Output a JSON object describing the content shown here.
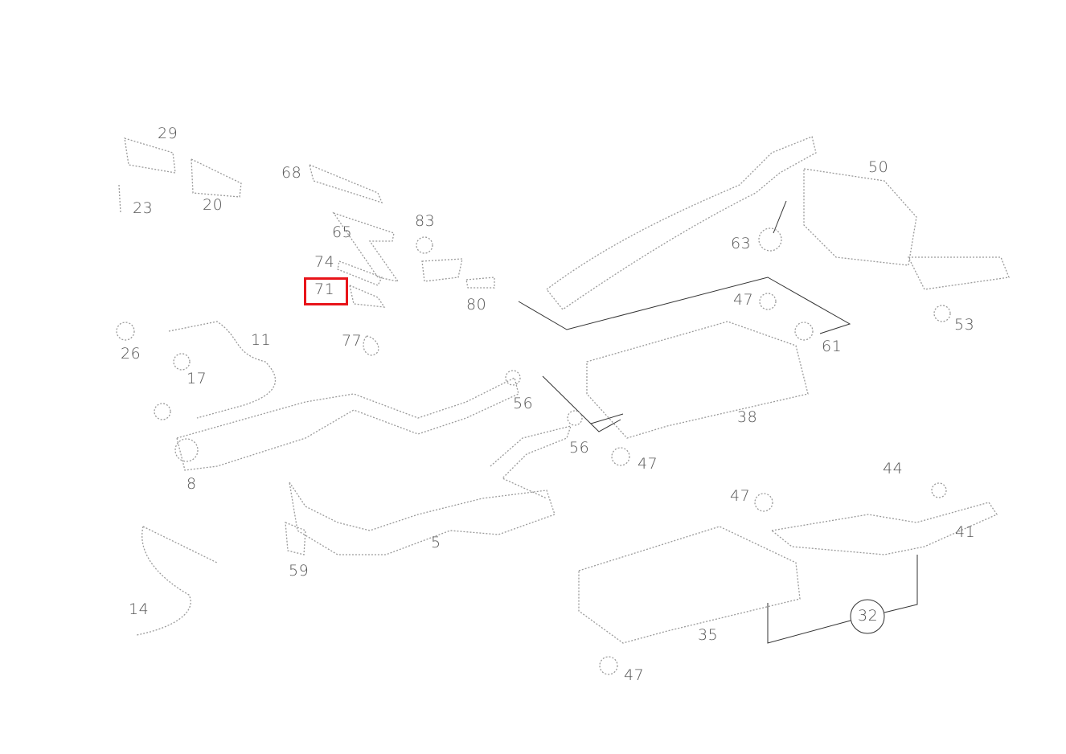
{
  "highlight_color": "#e8141a",
  "highlighted_part": "71",
  "callouts": [
    {
      "id": "c29",
      "label": "29"
    },
    {
      "id": "c68",
      "label": "68"
    },
    {
      "id": "c20",
      "label": "20"
    },
    {
      "id": "c23",
      "label": "23"
    },
    {
      "id": "c83",
      "label": "83"
    },
    {
      "id": "c65",
      "label": "65"
    },
    {
      "id": "c50",
      "label": "50"
    },
    {
      "id": "c63",
      "label": "63"
    },
    {
      "id": "c74",
      "label": "74"
    },
    {
      "id": "c71",
      "label": "71"
    },
    {
      "id": "c80",
      "label": "80"
    },
    {
      "id": "c47a",
      "label": "47"
    },
    {
      "id": "c53",
      "label": "53"
    },
    {
      "id": "c61",
      "label": "61"
    },
    {
      "id": "c26",
      "label": "26"
    },
    {
      "id": "c77",
      "label": "77"
    },
    {
      "id": "c11",
      "label": "11"
    },
    {
      "id": "c17",
      "label": "17"
    },
    {
      "id": "c56a",
      "label": "56"
    },
    {
      "id": "c38",
      "label": "38"
    },
    {
      "id": "c56b",
      "label": "56"
    },
    {
      "id": "c47b",
      "label": "47"
    },
    {
      "id": "c8",
      "label": "8"
    },
    {
      "id": "c44",
      "label": "44"
    },
    {
      "id": "c47c",
      "label": "47"
    },
    {
      "id": "c41",
      "label": "41"
    },
    {
      "id": "c5",
      "label": "5"
    },
    {
      "id": "c59",
      "label": "59"
    },
    {
      "id": "c14",
      "label": "14"
    },
    {
      "id": "c32",
      "label": "32"
    },
    {
      "id": "c35",
      "label": "35"
    },
    {
      "id": "c47d",
      "label": "47"
    }
  ]
}
